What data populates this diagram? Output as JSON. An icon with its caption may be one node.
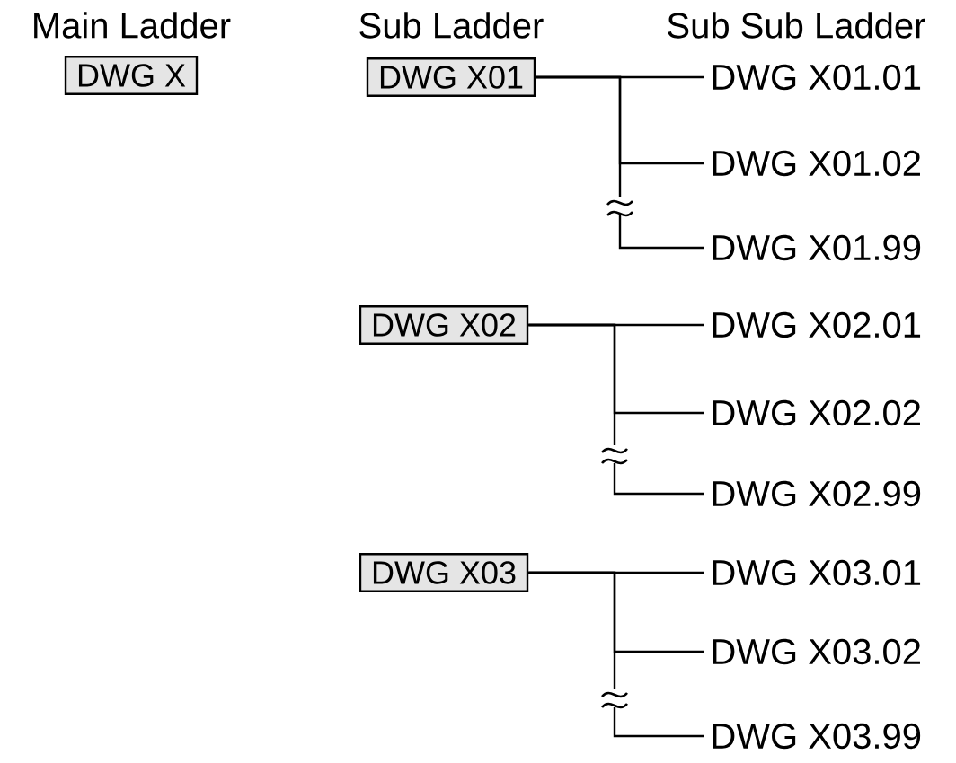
{
  "diagram": {
    "nodes": [
      {
        "text": [
          "DWG X"
        ]
      },
      {
        "text": [
          "DWG X01"
        ]
      },
      {
        "text": [
          "DWG X01.01"
        ]
      },
      {
        "text": [
          "DWG X01.02"
        ]
      },
      {
        "text": [
          "DWG X01.99"
        ]
      },
      {
        "text": [
          "DWG X02"
        ]
      },
      {
        "text": [
          "DWG X02.01"
        ]
      },
      {
        "text": [
          "DWG X02.02"
        ]
      },
      {
        "text": [
          "DWG X02.99"
        ]
      },
      {
        "text": [
          "DWG X03"
        ]
      },
      {
        "text": [
          "DWG X03.01"
        ]
      },
      {
        "text": [
          "DWG X03.02"
        ]
      },
      {
        "text": [
          "DWG X03.99"
        ]
      }
    ],
    "edges": [
      {
        "from": 1,
        "to": 2,
        "arrow": "none"
      },
      {
        "from": 1,
        "to": 3,
        "arrow": "none"
      },
      {
        "from": 1,
        "to": 4,
        "arrow": "none"
      },
      {
        "from": 5,
        "to": 6,
        "arrow": "none"
      },
      {
        "from": 5,
        "to": 7,
        "arrow": "none"
      },
      {
        "from": 5,
        "to": 8,
        "arrow": "none"
      },
      {
        "from": 9,
        "to": 10,
        "arrow": "none"
      },
      {
        "from": 9,
        "to": 11,
        "arrow": "none"
      },
      {
        "from": 9,
        "to": 12,
        "arrow": "none"
      }
    ],
    "labels": [
      "Main Ladder",
      "Sub Ladder",
      "Sub Sub Ladder"
    ]
  }
}
